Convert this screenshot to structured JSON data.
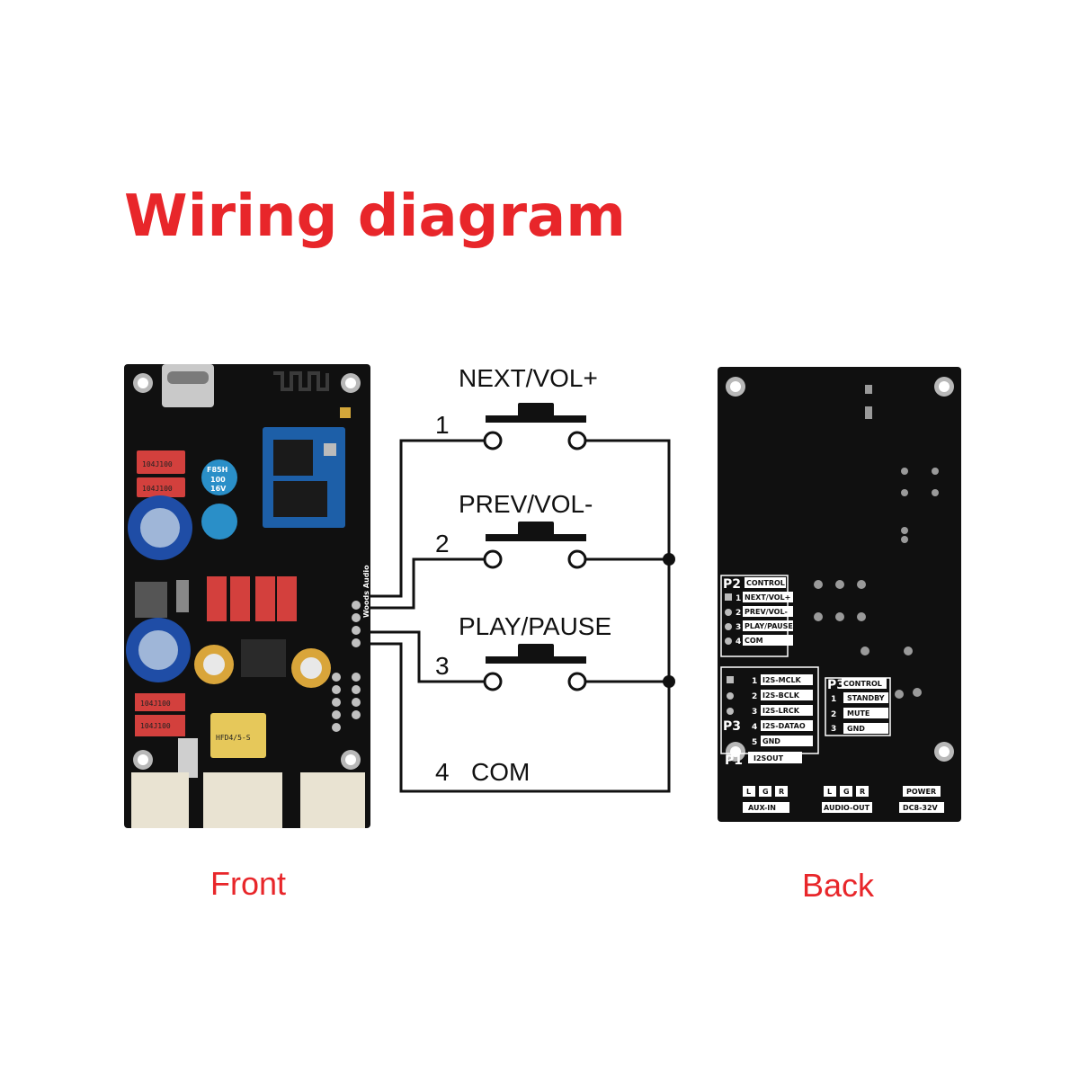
{
  "title": "Wiring diagram",
  "front_label": "Front",
  "back_label": "Back",
  "buttons": [
    {
      "number": "1",
      "label": "NEXT/VOL+"
    },
    {
      "number": "2",
      "label": "PREV/VOL-"
    },
    {
      "number": "3",
      "label": "PLAY/PAUSE"
    }
  ],
  "common": {
    "number": "4",
    "label": "COM"
  },
  "front_components": {
    "capacitor_red": "104J100",
    "cap_small_a": "F85H",
    "cap_small_b": "100",
    "cap_small_c": "16V",
    "relay_a": "HFD4/5-S",
    "brand_script": "Woods Audio"
  },
  "back_silkscreen": {
    "p2_header": "P2",
    "p2_title": "CONTROL",
    "p2_rows": [
      {
        "n": "1",
        "label": "NEXT/VOL+"
      },
      {
        "n": "2",
        "label": "PREV/VOL-"
      },
      {
        "n": "3",
        "label": "PLAY/PAUSE"
      },
      {
        "n": "4",
        "label": "COM"
      }
    ],
    "p3_header": "P3",
    "p3_title": "CONTROL",
    "p3_rows": [
      {
        "n": "1",
        "label": "STANDBY"
      },
      {
        "n": "2",
        "label": "MUTE"
      },
      {
        "n": "3",
        "label": "GND"
      }
    ],
    "i2s_header": "P3",
    "i2s_rows": [
      {
        "n": "1",
        "label": "I2S-MCLK"
      },
      {
        "n": "2",
        "label": "I2S-BCLK"
      },
      {
        "n": "3",
        "label": "I2S-LRCK"
      },
      {
        "n": "4",
        "label": "I2S-DATAO"
      },
      {
        "n": "5",
        "label": "GND"
      }
    ],
    "p1_header": "P1",
    "p1_title": "I2SOUT",
    "aux_in_channels": [
      "L",
      "G",
      "R"
    ],
    "aux_in_label": "AUX-IN",
    "audio_out_channels": [
      "L",
      "G",
      "R"
    ],
    "audio_out_label": "AUDIO-OUT",
    "power_label": "POWER",
    "power_range": "DC8-32V"
  },
  "colors": {
    "title": "#e8262a",
    "board": "#101010",
    "wire": "#111111"
  }
}
